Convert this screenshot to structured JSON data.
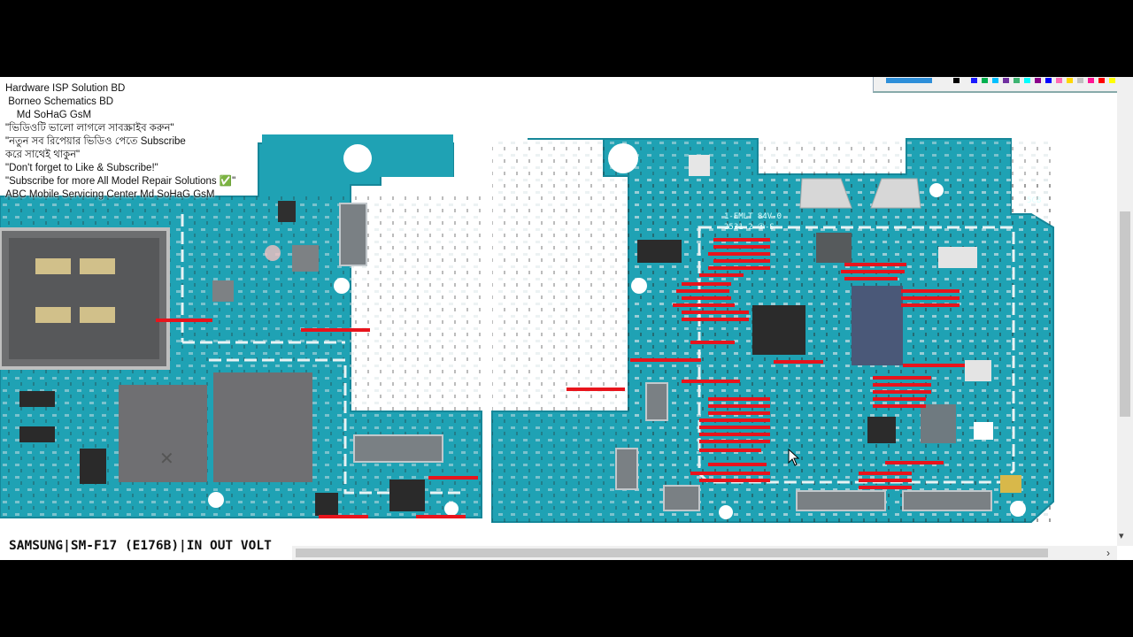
{
  "overlay": {
    "lines": [
      "Hardware ISP Solution BD",
      " Borneo Schematics BD",
      "    Md SoHaG GsM",
      "\"ভিডিওটি ভালো লাগলে সাবস্ক্রাইব করুন\"",
      "\"নতুন সব রিপেয়ার ভিডিও পেতে Subscribe",
      "করে সাথেই থাকুন\"",
      "\"Don't forget to Like & Subscribe!\"",
      "\"Subscribe for more All Model Repair Solutions ✅\"",
      "ABC Mobile Servicing Center Md SoHaG GsM"
    ]
  },
  "status": {
    "model_label": "SAMSUNG|SM-F17 (E176B)|IN OUT VOLT"
  },
  "colors": {
    "pcb": "#1fa2b4",
    "pcb_dark": "#0f7f93",
    "marker": "#e8141c",
    "chip": "#6f6f72"
  },
  "icons": {
    "cursor": "mouse-pointer-icon",
    "scroll_down": "chevron-down-icon",
    "scroll_right": "chevron-right-icon"
  }
}
